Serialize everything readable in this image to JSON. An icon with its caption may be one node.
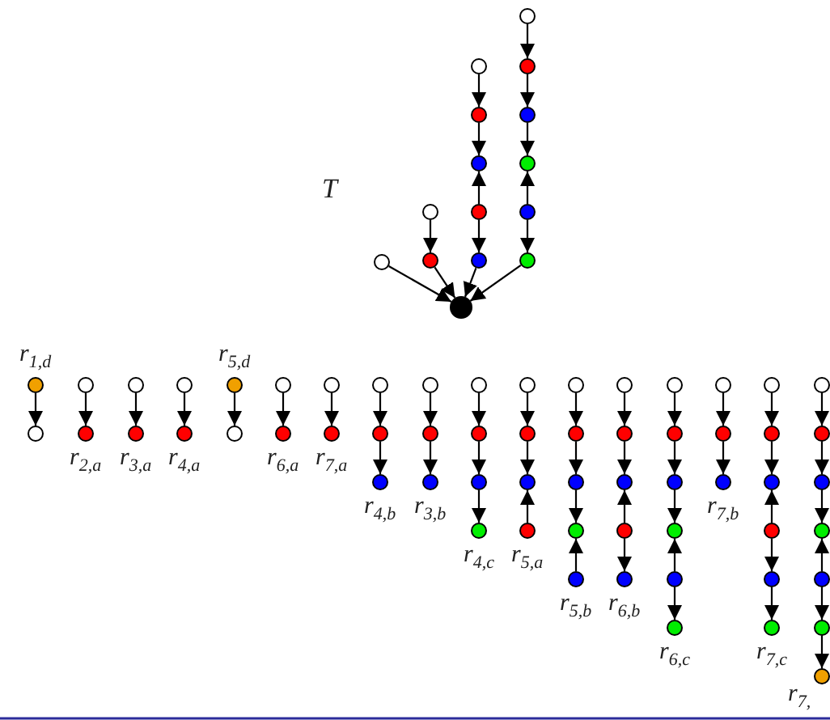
{
  "diagram": {
    "nodes": [
      {
        "text": [],
        "shape": "circle"
      },
      {
        "text": [],
        "shape": "circle"
      },
      {
        "text": [],
        "shape": "circle"
      },
      {
        "text": [],
        "shape": "circle"
      },
      {
        "text": [],
        "shape": "circle"
      },
      {
        "text": [],
        "shape": "circle"
      },
      {
        "text": [],
        "shape": "circle"
      },
      {
        "text": [],
        "shape": "circle"
      },
      {
        "text": [],
        "shape": "circle"
      },
      {
        "text": [],
        "shape": "circle"
      },
      {
        "text": [],
        "shape": "circle"
      },
      {
        "text": [],
        "shape": "circle"
      },
      {
        "text": [],
        "shape": "circle"
      },
      {
        "text": [],
        "shape": "circle"
      },
      {
        "text": [],
        "shape": "circle"
      },
      {
        "text": [],
        "shape": "circle",
        "beside": [
          "r$_{1,d}$"
        ]
      },
      {
        "text": [],
        "shape": "circle"
      },
      {
        "text": [],
        "shape": "circle"
      },
      {
        "text": [],
        "shape": "circle",
        "beside": [
          "r$_{2,a}$"
        ]
      },
      {
        "text": [],
        "shape": "circle"
      },
      {
        "text": [],
        "shape": "circle",
        "beside": [
          "r$_{3,a}$"
        ]
      },
      {
        "text": [],
        "shape": "circle"
      },
      {
        "text": [],
        "shape": "circle",
        "beside": [
          "r$_{4,a}$"
        ]
      },
      {
        "text": [],
        "shape": "circle",
        "beside": [
          "r$_{5,d}$"
        ]
      },
      {
        "text": [],
        "shape": "circle"
      },
      {
        "text": [],
        "shape": "circle"
      },
      {
        "text": [],
        "shape": "circle",
        "beside": [
          "r$_{6,a}$"
        ]
      },
      {
        "text": [],
        "shape": "circle"
      },
      {
        "text": [],
        "shape": "circle",
        "beside": [
          "r$_{7,a}$"
        ]
      },
      {
        "text": [],
        "shape": "circle"
      },
      {
        "text": [],
        "shape": "circle"
      },
      {
        "text": [],
        "shape": "circle",
        "beside": [
          "r$_{4,b}$"
        ]
      },
      {
        "text": [],
        "shape": "circle"
      },
      {
        "text": [],
        "shape": "circle"
      },
      {
        "text": [],
        "shape": "circle",
        "beside": [
          "r$_{3,b}$"
        ]
      },
      {
        "text": [],
        "shape": "circle"
      },
      {
        "text": [],
        "shape": "circle"
      },
      {
        "text": [],
        "shape": "circle"
      },
      {
        "text": [],
        "shape": "circle",
        "beside": [
          "r$_{4,c}$"
        ]
      },
      {
        "text": [],
        "shape": "circle"
      },
      {
        "text": [],
        "shape": "circle"
      },
      {
        "text": [],
        "shape": "circle"
      },
      {
        "text": [],
        "shape": "circle",
        "beside": [
          "r$_{5,a}$"
        ]
      },
      {
        "text": [],
        "shape": "circle"
      },
      {
        "text": [],
        "shape": "circle"
      },
      {
        "text": [],
        "shape": "circle"
      },
      {
        "text": [],
        "shape": "circle"
      },
      {
        "text": [],
        "shape": "circle",
        "beside": [
          "r$_{5,b}$"
        ]
      },
      {
        "text": [],
        "shape": "circle"
      },
      {
        "text": [],
        "shape": "circle"
      },
      {
        "text": [],
        "shape": "circle"
      },
      {
        "text": [],
        "shape": "circle"
      },
      {
        "text": [],
        "shape": "circle",
        "beside": [
          "r$_{6,b}$"
        ]
      },
      {
        "text": [],
        "shape": "circle"
      },
      {
        "text": [],
        "shape": "circle"
      },
      {
        "text": [],
        "shape": "circle"
      },
      {
        "text": [],
        "shape": "circle"
      },
      {
        "text": [],
        "shape": "circle"
      },
      {
        "text": [],
        "shape": "circle",
        "beside": [
          "r$_{6,c}$"
        ]
      },
      {
        "text": [],
        "shape": "circle"
      },
      {
        "text": [],
        "shape": "circle"
      },
      {
        "text": [],
        "shape": "circle",
        "beside": [
          "r$_{7,b}$"
        ]
      },
      {
        "text": [],
        "shape": "circle"
      },
      {
        "text": [],
        "shape": "circle"
      },
      {
        "text": [],
        "shape": "circle"
      },
      {
        "text": [],
        "shape": "circle"
      },
      {
        "text": [],
        "shape": "circle"
      },
      {
        "text": [],
        "shape": "circle",
        "beside": [
          "r$_{7,c}$"
        ]
      },
      {
        "text": [],
        "shape": "circle"
      },
      {
        "text": [],
        "shape": "circle"
      },
      {
        "text": [],
        "shape": "circle"
      },
      {
        "text": [],
        "shape": "circle"
      },
      {
        "text": [],
        "shape": "circle"
      },
      {
        "text": [],
        "shape": "circle"
      },
      {
        "text": [],
        "shape": "circle",
        "beside": [
          "r$_{7,}$"
        ]
      }
    ],
    "edges": [
      {
        "from": 0,
        "to": 14,
        "arrow": "to"
      },
      {
        "from": 1,
        "to": 2,
        "arrow": "to"
      },
      {
        "from": 2,
        "to": 14,
        "arrow": "to"
      },
      {
        "from": 3,
        "to": 4,
        "arrow": "to"
      },
      {
        "from": 4,
        "to": 5,
        "arrow": "to"
      },
      {
        "from": 6,
        "to": 5,
        "arrow": "to"
      },
      {
        "from": 6,
        "to": 7,
        "arrow": "to"
      },
      {
        "from": 7,
        "to": 14,
        "arrow": "to"
      },
      {
        "from": 8,
        "to": 9,
        "arrow": "to"
      },
      {
        "from": 9,
        "to": 10,
        "arrow": "to"
      },
      {
        "from": 10,
        "to": 11,
        "arrow": "to"
      },
      {
        "from": 12,
        "to": 11,
        "arrow": "to"
      },
      {
        "from": 12,
        "to": 13,
        "arrow": "to"
      },
      {
        "from": 13,
        "to": 14,
        "arrow": "to"
      },
      {
        "from": 15,
        "to": 16,
        "arrow": "to"
      },
      {
        "from": 17,
        "to": 18,
        "arrow": "to"
      },
      {
        "from": 19,
        "to": 20,
        "arrow": "to"
      },
      {
        "from": 21,
        "to": 22,
        "arrow": "to"
      },
      {
        "from": 23,
        "to": 24,
        "arrow": "to"
      },
      {
        "from": 25,
        "to": 26,
        "arrow": "to"
      },
      {
        "from": 27,
        "to": 28,
        "arrow": "to"
      },
      {
        "from": 29,
        "to": 30,
        "arrow": "to"
      },
      {
        "from": 30,
        "to": 31,
        "arrow": "to"
      },
      {
        "from": 32,
        "to": 33,
        "arrow": "to"
      },
      {
        "from": 33,
        "to": 34,
        "arrow": "to"
      },
      {
        "from": 35,
        "to": 36,
        "arrow": "to"
      },
      {
        "from": 36,
        "to": 37,
        "arrow": "to"
      },
      {
        "from": 37,
        "to": 38,
        "arrow": "to"
      },
      {
        "from": 39,
        "to": 40,
        "arrow": "to"
      },
      {
        "from": 40,
        "to": 41,
        "arrow": "to"
      },
      {
        "from": 42,
        "to": 41,
        "arrow": "to"
      },
      {
        "from": 43,
        "to": 44,
        "arrow": "to"
      },
      {
        "from": 44,
        "to": 45,
        "arrow": "to"
      },
      {
        "from": 45,
        "to": 46,
        "arrow": "to"
      },
      {
        "from": 47,
        "to": 46,
        "arrow": "to"
      },
      {
        "from": 48,
        "to": 49,
        "arrow": "to"
      },
      {
        "from": 49,
        "to": 50,
        "arrow": "to"
      },
      {
        "from": 51,
        "to": 50,
        "arrow": "to"
      },
      {
        "from": 51,
        "to": 52,
        "arrow": "to"
      },
      {
        "from": 53,
        "to": 54,
        "arrow": "to"
      },
      {
        "from": 54,
        "to": 55,
        "arrow": "to"
      },
      {
        "from": 55,
        "to": 56,
        "arrow": "to"
      },
      {
        "from": 57,
        "to": 56,
        "arrow": "to"
      },
      {
        "from": 57,
        "to": 58,
        "arrow": "to"
      },
      {
        "from": 59,
        "to": 60,
        "arrow": "to"
      },
      {
        "from": 60,
        "to": 61,
        "arrow": "to"
      },
      {
        "from": 62,
        "to": 63,
        "arrow": "to"
      },
      {
        "from": 63,
        "to": 64,
        "arrow": "to"
      },
      {
        "from": 65,
        "to": 64,
        "arrow": "to"
      },
      {
        "from": 65,
        "to": 66,
        "arrow": "to"
      },
      {
        "from": 66,
        "to": 67,
        "arrow": "to"
      },
      {
        "from": 68,
        "to": 69,
        "arrow": "to"
      },
      {
        "from": 69,
        "to": 70,
        "arrow": "to"
      },
      {
        "from": 70,
        "to": 71,
        "arrow": "to"
      },
      {
        "from": 72,
        "to": 71,
        "arrow": "to"
      },
      {
        "from": 72,
        "to": 73,
        "arrow": "to"
      },
      {
        "from": 73,
        "to": 74,
        "arrow": "to"
      }
    ],
    "labels": [
      "T"
    ]
  }
}
